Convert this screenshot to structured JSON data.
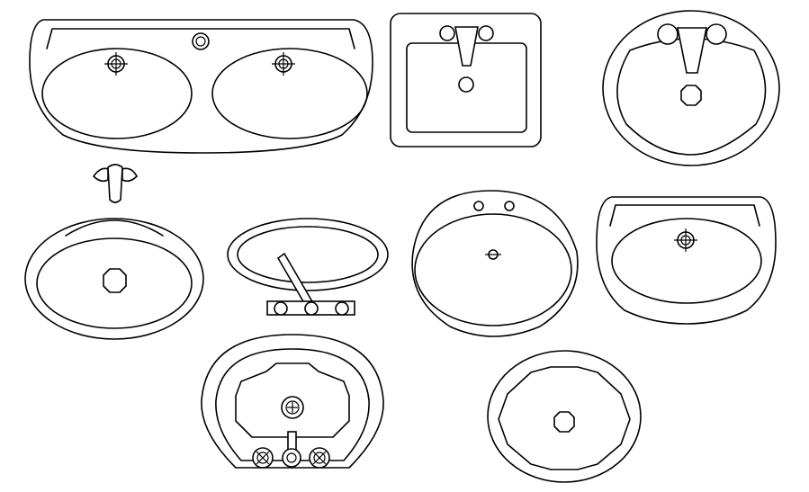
{
  "drawing": {
    "kind": "cad-block-sheet",
    "subject": "washbasins-top-view",
    "line_color": "#000000",
    "background": "#ffffff"
  },
  "blocks": [
    {
      "id": "double-basin-vanity",
      "basins": 2
    },
    {
      "id": "square-drop-in-basin",
      "basins": 1
    },
    {
      "id": "round-basin-two-knob-faucet",
      "basins": 1
    },
    {
      "id": "oval-basin-lever-faucet",
      "basins": 1
    },
    {
      "id": "oval-vessel-with-bar-faucet",
      "basins": 1
    },
    {
      "id": "round-basin-two-holes",
      "basins": 1
    },
    {
      "id": "rectangular-pedestal-basin",
      "basins": 1
    },
    {
      "id": "horseshoe-basin-with-mixer",
      "basins": 1
    },
    {
      "id": "round-undermount-basin",
      "basins": 1
    }
  ]
}
